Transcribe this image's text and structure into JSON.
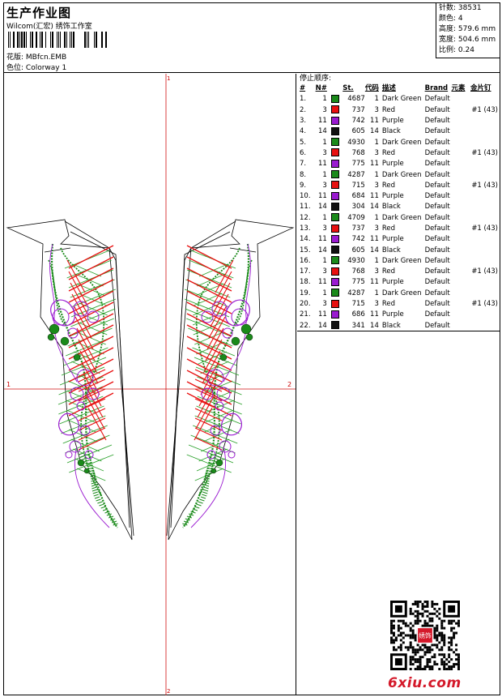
{
  "header": {
    "title": "生产作业图",
    "company": "Wilcom(汇宏) 绣饰工作室",
    "design_label": "花版:",
    "design_value": "MBfcn.EMB",
    "colorway_label": "色位:",
    "colorway_value": "Colorway 1"
  },
  "stats": [
    {
      "label": "针数:",
      "value": "38531"
    },
    {
      "label": "颜色:",
      "value": "4"
    },
    {
      "label": "高度:",
      "value": "579.6 mm"
    },
    {
      "label": "宽度:",
      "value": "504.6 mm"
    },
    {
      "label": "比例:",
      "value": "0.24"
    }
  ],
  "axis": {
    "left_label": "1",
    "right_label": "2",
    "top_label": "1",
    "bottom_label": "2"
  },
  "sequence": {
    "title": "停止顺序:",
    "headers": {
      "num": "#",
      "n": "N#",
      "st": "St.",
      "code": "代码",
      "desc": "描述",
      "brand": "Brand",
      "yuan": "元素",
      "seq": "金片钉"
    },
    "rows": [
      {
        "num": "1.",
        "n": "1",
        "color": "#1a8a1a",
        "st": "4687",
        "code": "1",
        "desc": "Dark Green",
        "brand": "Default",
        "seq": ""
      },
      {
        "num": "2.",
        "n": "3",
        "color": "#e81010",
        "st": "737",
        "code": "3",
        "desc": "Red",
        "brand": "Default",
        "seq": "#1 (43)"
      },
      {
        "num": "3.",
        "n": "11",
        "color": "#9a1ad0",
        "st": "742",
        "code": "11",
        "desc": "Purple",
        "brand": "Default",
        "seq": ""
      },
      {
        "num": "4.",
        "n": "14",
        "color": "#111111",
        "st": "605",
        "code": "14",
        "desc": "Black",
        "brand": "Default",
        "seq": ""
      },
      {
        "num": "5.",
        "n": "1",
        "color": "#1a8a1a",
        "st": "4930",
        "code": "1",
        "desc": "Dark Green",
        "brand": "Default",
        "seq": ""
      },
      {
        "num": "6.",
        "n": "3",
        "color": "#e81010",
        "st": "768",
        "code": "3",
        "desc": "Red",
        "brand": "Default",
        "seq": "#1 (43)"
      },
      {
        "num": "7.",
        "n": "11",
        "color": "#9a1ad0",
        "st": "775",
        "code": "11",
        "desc": "Purple",
        "brand": "Default",
        "seq": ""
      },
      {
        "num": "8.",
        "n": "1",
        "color": "#1a8a1a",
        "st": "4287",
        "code": "1",
        "desc": "Dark Green",
        "brand": "Default",
        "seq": ""
      },
      {
        "num": "9.",
        "n": "3",
        "color": "#e81010",
        "st": "715",
        "code": "3",
        "desc": "Red",
        "brand": "Default",
        "seq": "#1 (43)"
      },
      {
        "num": "10.",
        "n": "11",
        "color": "#9a1ad0",
        "st": "684",
        "code": "11",
        "desc": "Purple",
        "brand": "Default",
        "seq": ""
      },
      {
        "num": "11.",
        "n": "14",
        "color": "#111111",
        "st": "304",
        "code": "14",
        "desc": "Black",
        "brand": "Default",
        "seq": ""
      },
      {
        "num": "12.",
        "n": "1",
        "color": "#1a8a1a",
        "st": "4709",
        "code": "1",
        "desc": "Dark Green",
        "brand": "Default",
        "seq": ""
      },
      {
        "num": "13.",
        "n": "3",
        "color": "#e81010",
        "st": "737",
        "code": "3",
        "desc": "Red",
        "brand": "Default",
        "seq": "#1 (43)"
      },
      {
        "num": "14.",
        "n": "11",
        "color": "#9a1ad0",
        "st": "742",
        "code": "11",
        "desc": "Purple",
        "brand": "Default",
        "seq": ""
      },
      {
        "num": "15.",
        "n": "14",
        "color": "#111111",
        "st": "605",
        "code": "14",
        "desc": "Black",
        "brand": "Default",
        "seq": ""
      },
      {
        "num": "16.",
        "n": "1",
        "color": "#1a8a1a",
        "st": "4930",
        "code": "1",
        "desc": "Dark Green",
        "brand": "Default",
        "seq": ""
      },
      {
        "num": "17.",
        "n": "3",
        "color": "#e81010",
        "st": "768",
        "code": "3",
        "desc": "Red",
        "brand": "Default",
        "seq": "#1 (43)"
      },
      {
        "num": "18.",
        "n": "11",
        "color": "#9a1ad0",
        "st": "775",
        "code": "11",
        "desc": "Purple",
        "brand": "Default",
        "seq": ""
      },
      {
        "num": "19.",
        "n": "1",
        "color": "#1a8a1a",
        "st": "4287",
        "code": "1",
        "desc": "Dark Green",
        "brand": "Default",
        "seq": ""
      },
      {
        "num": "20.",
        "n": "3",
        "color": "#e81010",
        "st": "715",
        "code": "3",
        "desc": "Red",
        "brand": "Default",
        "seq": "#1 (43)"
      },
      {
        "num": "21.",
        "n": "11",
        "color": "#9a1ad0",
        "st": "686",
        "code": "11",
        "desc": "Purple",
        "brand": "Default",
        "seq": ""
      },
      {
        "num": "22.",
        "n": "14",
        "color": "#111111",
        "st": "341",
        "code": "14",
        "desc": "Black",
        "brand": "Default",
        "seq": ""
      }
    ]
  },
  "watermark": "6xiu.com",
  "qr_seal_text": "绣饰"
}
